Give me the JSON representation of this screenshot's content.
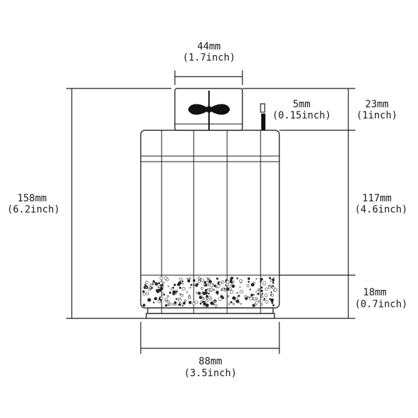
{
  "dimensions": {
    "top_width": {
      "mm": "44mm",
      "inch": "(1.7inch)"
    },
    "pin_width": {
      "mm": "5mm",
      "inch": "(0.15inch)"
    },
    "top_height": {
      "mm": "23mm",
      "inch": "(1inch)"
    },
    "total_height": {
      "mm": "158mm",
      "inch": "(6.2inch)"
    },
    "middle_height": {
      "mm": "117mm",
      "inch": "(4.6inch)"
    },
    "bottom_height": {
      "mm": "18mm",
      "inch": "(0.7inch)"
    },
    "base_width": {
      "mm": "88mm",
      "inch": "(3.5inch)"
    }
  },
  "colors": {
    "line": "#1a1a1a",
    "background": "#ffffff"
  },
  "icons": {
    "top_module": "fan-icon",
    "switch": "toggle-pin-icon"
  }
}
